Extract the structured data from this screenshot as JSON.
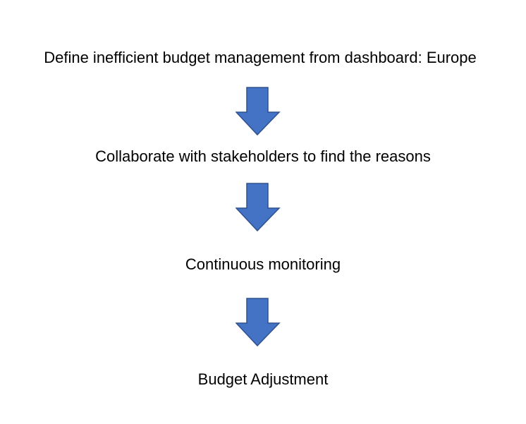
{
  "flow": {
    "steps": [
      {
        "label": "Define inefficient budget management from dashboard: Europe"
      },
      {
        "label": "Collaborate with stakeholders to find the reasons"
      },
      {
        "label": "Continuous monitoring"
      },
      {
        "label": "Budget Adjustment"
      }
    ],
    "arrow_icon": "arrow-down-icon",
    "colors": {
      "arrow_fill": "#4472C4",
      "arrow_stroke": "#2F528F",
      "text": "#000000",
      "background": "#FFFFFF"
    }
  }
}
